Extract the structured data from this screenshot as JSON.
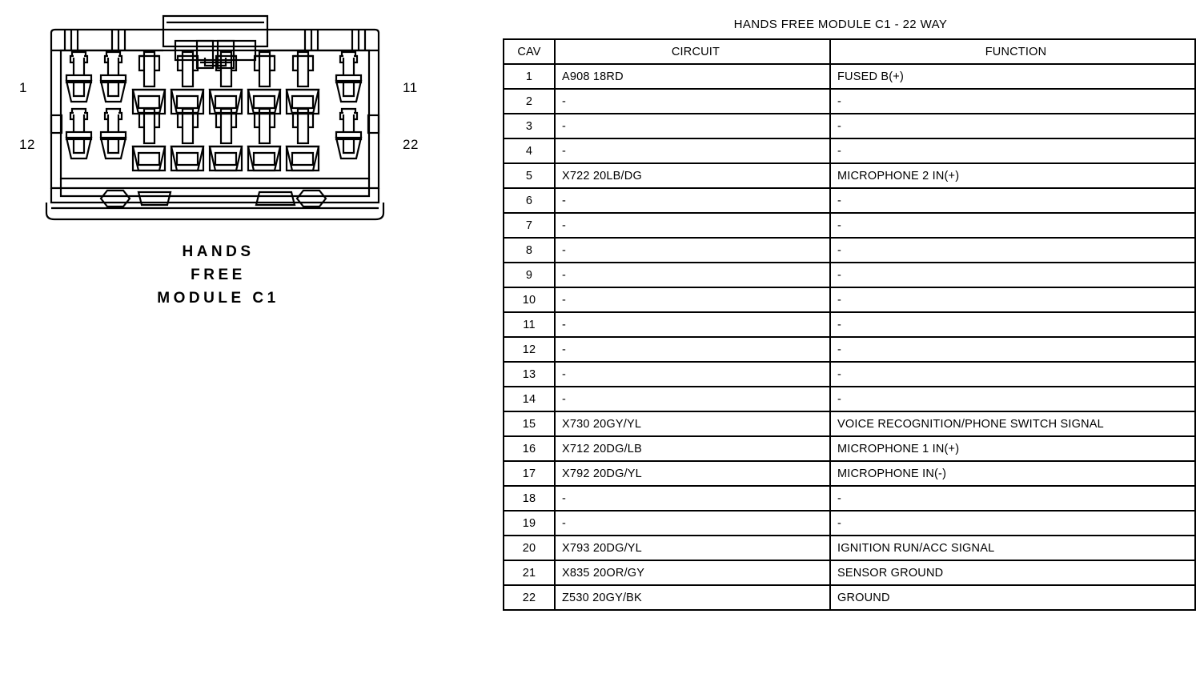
{
  "connector": {
    "caption_lines": [
      "HANDS",
      "FREE",
      "MODULE C1"
    ],
    "pin_labels": {
      "top_left": "1",
      "bottom_left": "12",
      "top_right": "11",
      "bottom_right": "22"
    },
    "cavity_count": 22,
    "rows": 2,
    "cavities_per_row": 11,
    "terminal_types": [
      "small",
      "small",
      "large",
      "large",
      "large",
      "large",
      "large",
      "large",
      "large",
      "large",
      "small"
    ]
  },
  "table": {
    "title": "HANDS FREE MODULE C1 - 22 WAY",
    "headers": [
      "CAV",
      "CIRCUIT",
      "FUNCTION"
    ],
    "rows": [
      {
        "cav": "1",
        "circuit": "A908 18RD",
        "function": "FUSED B(+)"
      },
      {
        "cav": "2",
        "circuit": "-",
        "function": "-"
      },
      {
        "cav": "3",
        "circuit": "-",
        "function": "-"
      },
      {
        "cav": "4",
        "circuit": "-",
        "function": "-"
      },
      {
        "cav": "5",
        "circuit": "X722 20LB/DG",
        "function": "MICROPHONE 2 IN(+)"
      },
      {
        "cav": "6",
        "circuit": "-",
        "function": "-"
      },
      {
        "cav": "7",
        "circuit": "-",
        "function": "-"
      },
      {
        "cav": "8",
        "circuit": "-",
        "function": "-"
      },
      {
        "cav": "9",
        "circuit": "-",
        "function": "-"
      },
      {
        "cav": "10",
        "circuit": "-",
        "function": "-"
      },
      {
        "cav": "11",
        "circuit": "-",
        "function": "-"
      },
      {
        "cav": "12",
        "circuit": "-",
        "function": "-"
      },
      {
        "cav": "13",
        "circuit": "-",
        "function": "-"
      },
      {
        "cav": "14",
        "circuit": "-",
        "function": "-"
      },
      {
        "cav": "15",
        "circuit": "X730 20GY/YL",
        "function": "VOICE RECOGNITION/PHONE SWITCH SIGNAL"
      },
      {
        "cav": "16",
        "circuit": "X712 20DG/LB",
        "function": "MICROPHONE 1 IN(+)"
      },
      {
        "cav": "17",
        "circuit": "X792 20DG/YL",
        "function": "MICROPHONE IN(-)"
      },
      {
        "cav": "18",
        "circuit": "-",
        "function": "-"
      },
      {
        "cav": "19",
        "circuit": "-",
        "function": "-"
      },
      {
        "cav": "20",
        "circuit": "X793 20DG/YL",
        "function": "IGNITION RUN/ACC SIGNAL"
      },
      {
        "cav": "21",
        "circuit": "X835 20OR/GY",
        "function": "SENSOR GROUND"
      },
      {
        "cav": "22",
        "circuit": "Z530 20GY/BK",
        "function": "GROUND"
      }
    ]
  },
  "colors": {
    "line": "#000000",
    "background": "#ffffff"
  }
}
